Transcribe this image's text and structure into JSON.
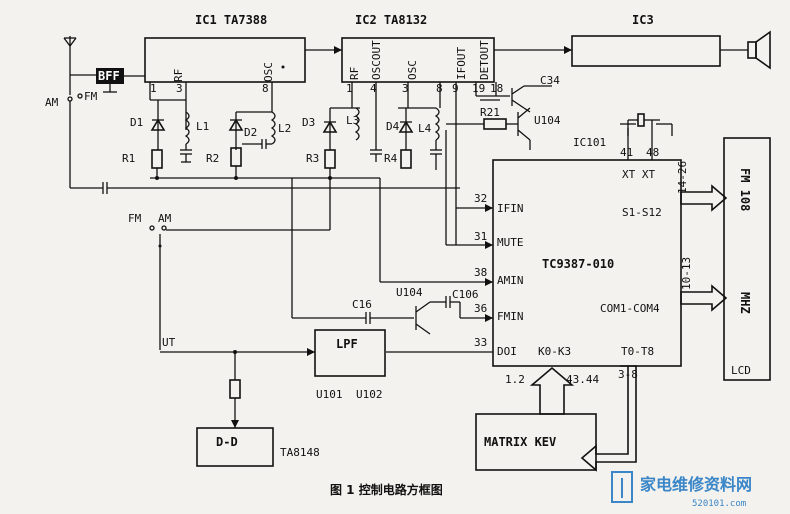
{
  "ic1": {
    "title": "IC1 TA7388",
    "pin_rf": "RF",
    "pin_osc": "OSC"
  },
  "ic2": {
    "title": "IC2 TA8132",
    "pin_rf": "RF",
    "pin_oscout": "OSCOUT",
    "pin_osc": "OSC",
    "pin_ifout": "IFOUT",
    "pin_detout": "DETOUT"
  },
  "ic3": {
    "title": "IC3"
  },
  "bff": "BFF",
  "switch_labels": {
    "am1": "AM",
    "fm1": "FM",
    "fm2": "FM",
    "am2": "AM"
  },
  "components": {
    "d1": "D1",
    "l1": "L1",
    "d2": "D2",
    "l2": "L2",
    "d3": "D3",
    "l3": "L3",
    "d4": "D4",
    "l4": "L4",
    "r1": "R1",
    "r2": "R2",
    "r3": "R3",
    "r4": "R4",
    "r21": "R21",
    "c34": "C34",
    "u104a": "U104",
    "u104b": "U104",
    "c16": "C16",
    "c106": "C106",
    "ic101": "IC101"
  },
  "pin_numbers": {
    "p1": "1",
    "p3a": "3",
    "p8a": "8",
    "p1b": "1",
    "p4": "4",
    "p3b": "3",
    "p8b": "8",
    "p9": "9",
    "p19": "19",
    "p18": "18",
    "p41": "41",
    "p48": "48"
  },
  "tc": {
    "name": "TC9387-010",
    "pins": {
      "ifin": "IFIN",
      "mute": "MUTE",
      "amin": "AMIN",
      "fmin": "FMIN",
      "doi": "DOI",
      "k": "K0-K3",
      "t": "T0-T8",
      "s": "S1-S12",
      "com": "COM1-COM4",
      "xt": "XT XT"
    },
    "pin_nums": {
      "n32": "32",
      "n31": "31",
      "n38": "38",
      "n36": "36",
      "n33": "33",
      "n1426": "14-26",
      "n1013": "10-13",
      "n12": "1.2",
      "n4344": "43.44",
      "n38b": "3-8"
    }
  },
  "lcd": {
    "text1": "FM 108",
    "text2": "MHZ",
    "text3": "LCD"
  },
  "lpf": {
    "label": "LPF",
    "u101": "U101",
    "u102": "U102"
  },
  "ut": "UT",
  "dd": {
    "label": "D-D",
    "part": "TA8148"
  },
  "matrix": "MATRIX KEV",
  "caption": "图 1   控制电路方框图",
  "watermark": {
    "text": "家电维修资料网",
    "url": "520101.com"
  }
}
